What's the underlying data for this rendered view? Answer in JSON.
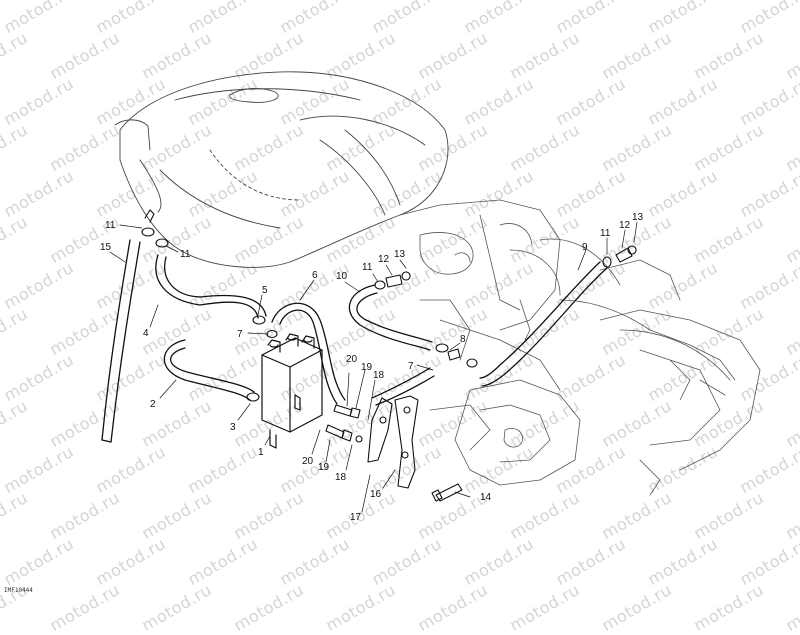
{
  "watermark": {
    "text": "motod.ru",
    "color": "#d4d4d4"
  },
  "reference_code": "IMF10444",
  "callouts": [
    {
      "id": "c1",
      "label": "1"
    },
    {
      "id": "c2",
      "label": "2"
    },
    {
      "id": "c3",
      "label": "3"
    },
    {
      "id": "c4",
      "label": "4"
    },
    {
      "id": "c5",
      "label": "5"
    },
    {
      "id": "c6",
      "label": "6"
    },
    {
      "id": "c7a",
      "label": "7"
    },
    {
      "id": "c7b",
      "label": "7"
    },
    {
      "id": "c8",
      "label": "8"
    },
    {
      "id": "c9",
      "label": "9"
    },
    {
      "id": "c10",
      "label": "10"
    },
    {
      "id": "c11a",
      "label": "11"
    },
    {
      "id": "c11b",
      "label": "11"
    },
    {
      "id": "c11c",
      "label": "11"
    },
    {
      "id": "c11d",
      "label": "11"
    },
    {
      "id": "c12a",
      "label": "12"
    },
    {
      "id": "c12b",
      "label": "12"
    },
    {
      "id": "c13a",
      "label": "13"
    },
    {
      "id": "c13b",
      "label": "13"
    },
    {
      "id": "c14",
      "label": "14"
    },
    {
      "id": "c15",
      "label": "15"
    },
    {
      "id": "c16",
      "label": "16"
    },
    {
      "id": "c17",
      "label": "17"
    },
    {
      "id": "c18a",
      "label": "18"
    },
    {
      "id": "c18b",
      "label": "18"
    },
    {
      "id": "c19a",
      "label": "19"
    },
    {
      "id": "c19b",
      "label": "19"
    },
    {
      "id": "c20a",
      "label": "20"
    },
    {
      "id": "c20b",
      "label": "20"
    }
  ]
}
